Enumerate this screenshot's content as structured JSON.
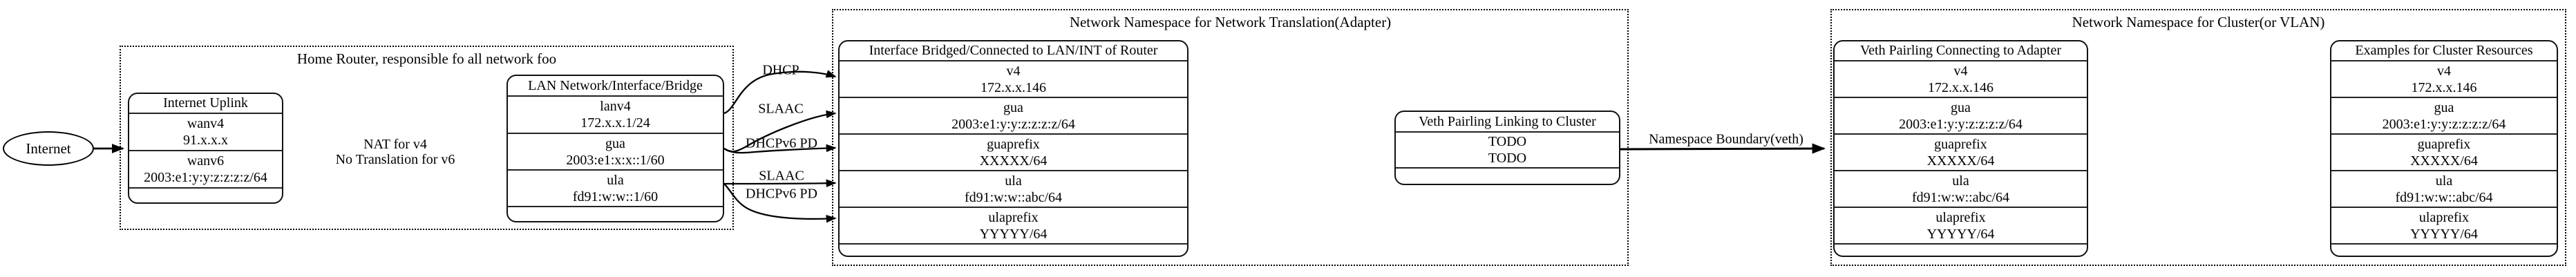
{
  "diagram": {
    "internet": {
      "label": "Internet"
    },
    "clusters": {
      "home_router": {
        "label": "Home Router, responsible fo all network foo"
      },
      "netns_adapter": {
        "label": "Network Namespace for Network Translation(Adapter)"
      },
      "netns_cluster": {
        "label": "Network Namespace for Cluster(or VLAN)"
      }
    },
    "nat_note": {
      "line1": "NAT for v4",
      "line2": "No Translation for v6"
    },
    "nodes": {
      "uplink": {
        "title": "Internet Uplink",
        "rows": [
          {
            "label": "wanv4",
            "value": "91.x.x.x"
          },
          {
            "label": "wanv6",
            "value": "2003:e1:y:y:z:z:z:z/64"
          }
        ]
      },
      "lan": {
        "title": "LAN Network/Interface/Bridge",
        "rows": [
          {
            "label": "lanv4",
            "value": "172.x.x.1/24"
          },
          {
            "label": "gua",
            "value": "2003:e1:x:x::1/60"
          },
          {
            "label": "ula",
            "value": "fd91:w:w::1/60"
          }
        ]
      },
      "adapter_iface": {
        "title": "Interface Bridged/Connected to LAN/INT of Router",
        "rows": [
          {
            "label": "v4",
            "value": "172.x.x.146"
          },
          {
            "label": "gua",
            "value": "2003:e1:y:y:z:z:z:z/64"
          },
          {
            "label": "guaprefix",
            "value": "XXXXX/64"
          },
          {
            "label": "ula",
            "value": "fd91:w:w::abc/64"
          },
          {
            "label": "ulaprefix",
            "value": "YYYYY/64"
          }
        ]
      },
      "veth_linking": {
        "title": "Veth Pairling Linking to Cluster",
        "rows": [
          {
            "label": "TODO",
            "value": "TODO"
          }
        ]
      },
      "veth_adapter": {
        "title": "Veth Pairling Connecting to Adapter",
        "rows": [
          {
            "label": "v4",
            "value": "172.x.x.146"
          },
          {
            "label": "gua",
            "value": "2003:e1:y:y:z:z:z:z/64"
          },
          {
            "label": "guaprefix",
            "value": "XXXXX/64"
          },
          {
            "label": "ula",
            "value": "fd91:w:w::abc/64"
          },
          {
            "label": "ulaprefix",
            "value": "YYYYY/64"
          }
        ]
      },
      "examples": {
        "title": "Examples for Cluster Resources",
        "rows": [
          {
            "label": "v4",
            "value": "172.x.x.146"
          },
          {
            "label": "gua",
            "value": "2003:e1:y:y:z:z:z:z/64"
          },
          {
            "label": "guaprefix",
            "value": "XXXXX/64"
          },
          {
            "label": "ula",
            "value": "fd91:w:w::abc/64"
          },
          {
            "label": "ulaprefix",
            "value": "YYYYY/64"
          }
        ]
      }
    },
    "edges": {
      "dhcp": "DHCP",
      "slaac_gua": "SLAAC",
      "dhcpv6pd_gua": "DHCPv6 PD",
      "slaac_ula": "SLAAC",
      "dhcpv6pd_ula": "DHCPv6 PD",
      "namespace_boundary": "Namespace Boundary(veth)"
    },
    "colors": {
      "stroke": "#000000",
      "background": "#ffffff"
    }
  }
}
